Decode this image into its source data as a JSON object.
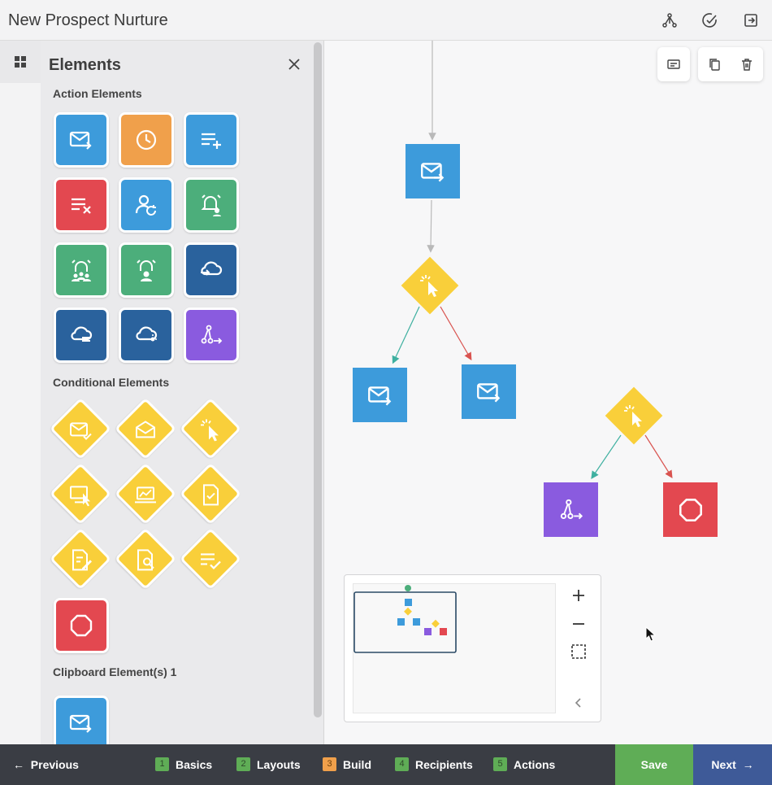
{
  "header": {
    "title": "New Prospect Nurture",
    "icons": [
      "workflow-icon",
      "check-circle-icon",
      "exit-icon"
    ]
  },
  "panel": {
    "title": "Elements",
    "sections": {
      "action": "Action Elements",
      "conditional": "Conditional Elements",
      "clipboard": "Clipboard Element(s) 1"
    }
  },
  "footer": {
    "previous": "Previous",
    "steps": [
      {
        "num": "1",
        "label": "Basics",
        "color": "#5fad56"
      },
      {
        "num": "2",
        "label": "Layouts",
        "color": "#5fad56"
      },
      {
        "num": "3",
        "label": "Build",
        "color": "#f0a04b"
      },
      {
        "num": "4",
        "label": "Recipients",
        "color": "#5fad56"
      },
      {
        "num": "5",
        "label": "Actions",
        "color": "#5fad56"
      }
    ],
    "save": "Save",
    "next": "Next"
  },
  "colors": {
    "blue": "#3d9bdb",
    "orange": "#f0a04b",
    "red": "#e34850",
    "green": "#4cae7b",
    "navy": "#2a629d",
    "purple": "#8a5bdf",
    "yellow": "#f9cf3a"
  }
}
